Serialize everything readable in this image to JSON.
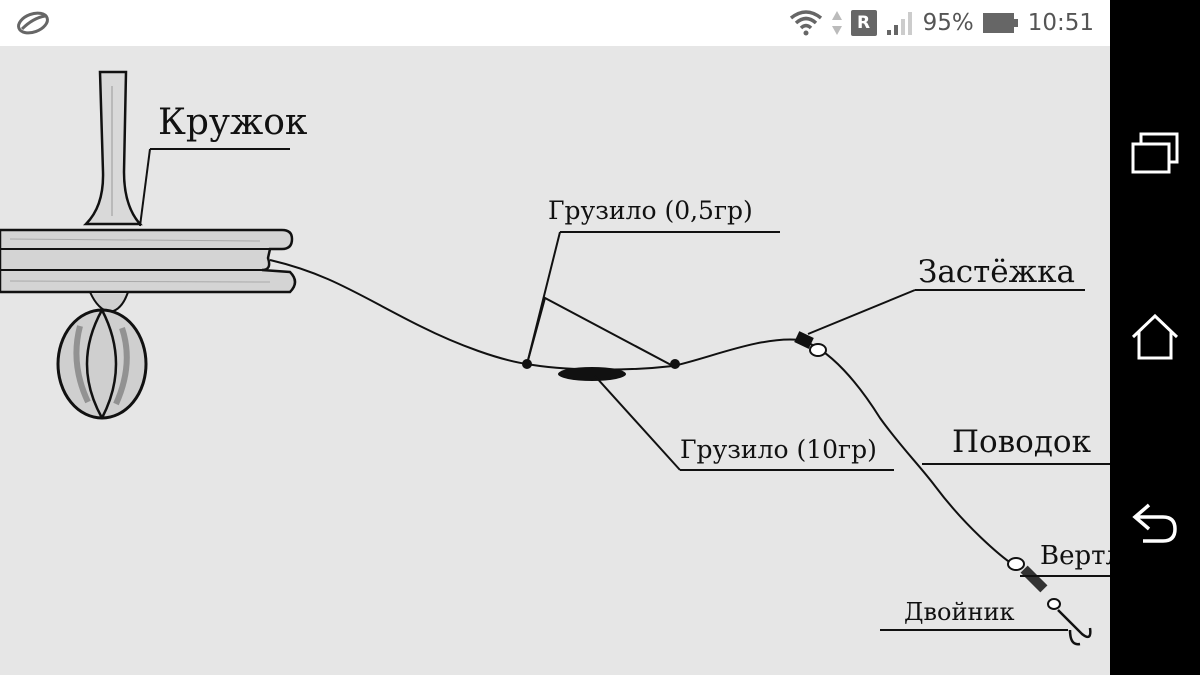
{
  "status_bar": {
    "battery": "95%",
    "time": "10:51",
    "roaming_badge": "R",
    "icons": [
      "app-logo-icon",
      "wifi-icon",
      "data-arrows-icon",
      "roaming-icon",
      "signal-icon",
      "battery-icon"
    ]
  },
  "diagram": {
    "labels": {
      "float": "Кружок",
      "sinker_small": "Грузило (0,5гр)",
      "sinker_big": "Грузило (10гр)",
      "clasp": "Застёжка",
      "leader": "Поводок",
      "swivel": "Вертл",
      "hook": "Двойник"
    }
  },
  "nav_bar": {
    "buttons": [
      "recent-apps-icon",
      "home-icon",
      "back-icon"
    ]
  }
}
